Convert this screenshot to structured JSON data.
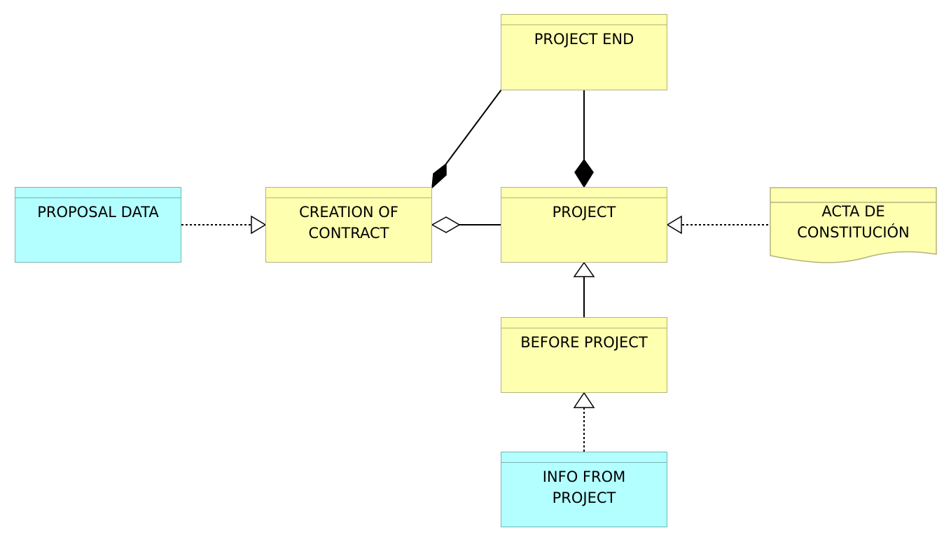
{
  "nodes": {
    "project_end": {
      "label": "PROJECT END"
    },
    "proposal_data": {
      "label": "PROPOSAL DATA"
    },
    "creation_of_contract": {
      "label": "CREATION OF\nCONTRACT"
    },
    "project": {
      "label": "PROJECT"
    },
    "acta_de_constitucion": {
      "label": "ACTA DE\nCONSTITUCIÓN"
    },
    "before_project": {
      "label": "BEFORE PROJECT"
    },
    "info_from_project": {
      "label": "INFO FROM\nPROJECT"
    }
  },
  "colors": {
    "entity_fill": "#ffffb0",
    "data_fill": "#b3ffff"
  }
}
